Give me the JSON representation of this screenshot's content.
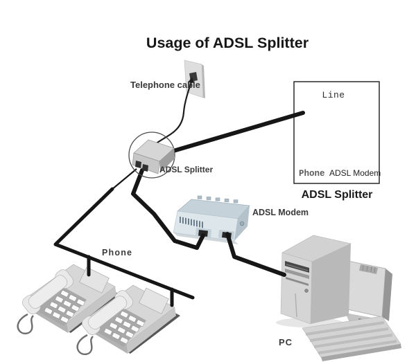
{
  "title": "Usage of ADSL Splitter",
  "labels": {
    "telephone_cable": "Telephone cable",
    "adsl_splitter": "ADSL Splitter",
    "adsl_modem": "ADSL Modem",
    "phone": "Phone",
    "pc": "PC"
  },
  "splitter_detail_box": {
    "line_port": "Line",
    "phone_port": "Phone",
    "modem_port": "ADSL Modem",
    "caption": "ADSL Splitter"
  },
  "connections": [
    {
      "from": "wall-telephone-jack",
      "to": "adsl-splitter",
      "cable": "telephone cable",
      "style": "thin"
    },
    {
      "from": "adsl-splitter",
      "to": "splitter-detail-box",
      "cable": "line",
      "style": "thick"
    },
    {
      "from": "adsl-splitter",
      "to": "phone-1",
      "cable": "phone line",
      "style": "thick"
    },
    {
      "from": "adsl-splitter",
      "to": "phone-2",
      "cable": "phone line",
      "style": "thick"
    },
    {
      "from": "adsl-splitter",
      "to": "adsl-modem",
      "cable": "modem line",
      "style": "thick"
    },
    {
      "from": "adsl-modem",
      "to": "pc",
      "cable": "data line",
      "style": "thick"
    }
  ],
  "colors": {
    "background": "#ffffff",
    "cable": "#1a1a1a",
    "device_light_gray": "#d7d7d7",
    "device_mid_gray": "#b9b9b9",
    "modem_top": "#c5d2da",
    "modem_front": "#dde6eb",
    "box_border": "#1a1a1a"
  }
}
